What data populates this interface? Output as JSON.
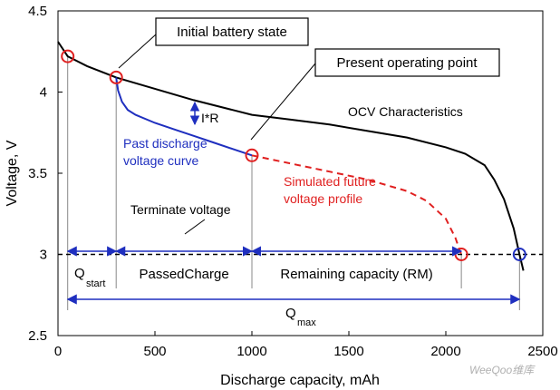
{
  "chart_data": {
    "type": "line",
    "xlabel": "Discharge capacity, mAh",
    "ylabel": "Voltage, V",
    "xlim": [
      0,
      2500
    ],
    "ylim": [
      2.5,
      4.5
    ],
    "x_ticks": [
      "0",
      "500",
      "1000",
      "1500",
      "2000",
      "2500"
    ],
    "y_ticks": [
      "2.5",
      "3",
      "3.5",
      "4",
      "4.5"
    ],
    "grid": false,
    "colors": {
      "ocv": "#000000",
      "past": "#1f2fbf",
      "future": "#e02020",
      "terminate": "#000000"
    },
    "series": [
      {
        "name": "OCV Characteristics",
        "style": "solid",
        "x": [
          0,
          50,
          150,
          300,
          500,
          700,
          900,
          1000,
          1200,
          1400,
          1600,
          1800,
          2000,
          2100,
          2200,
          2250,
          2300,
          2350,
          2380,
          2400
        ],
        "y": [
          4.31,
          4.22,
          4.16,
          4.09,
          4.02,
          3.95,
          3.89,
          3.86,
          3.83,
          3.8,
          3.76,
          3.72,
          3.66,
          3.62,
          3.55,
          3.46,
          3.34,
          3.16,
          3.0,
          2.9
        ]
      },
      {
        "name": "Past discharge voltage curve",
        "style": "solid",
        "x": [
          300,
          310,
          330,
          360,
          400,
          500,
          600,
          700,
          800,
          900,
          1000
        ],
        "y": [
          4.09,
          4.01,
          3.94,
          3.89,
          3.86,
          3.81,
          3.77,
          3.73,
          3.69,
          3.65,
          3.61
        ]
      },
      {
        "name": "Simulated future voltage profile",
        "style": "dashed",
        "x": [
          1000,
          1200,
          1400,
          1600,
          1800,
          1900,
          2000,
          2050,
          2070,
          2080
        ],
        "y": [
          3.61,
          3.56,
          3.51,
          3.46,
          3.39,
          3.33,
          3.22,
          3.1,
          3.03,
          3.0
        ]
      }
    ],
    "terminate_voltage": {
      "y": 3.0,
      "label": "Terminate voltage"
    },
    "markers": [
      {
        "x": 50,
        "y": 4.22,
        "color": "red"
      },
      {
        "x": 300,
        "y": 4.09,
        "color": "red"
      },
      {
        "x": 1000,
        "y": 3.61,
        "color": "red"
      },
      {
        "x": 2080,
        "y": 3.0,
        "color": "red"
      },
      {
        "x": 2380,
        "y": 3.0,
        "color": "blue"
      }
    ],
    "annotations": {
      "initial_state": "Initial battery state",
      "operating_point": "Present operating point",
      "ocv_label": "OCV Characteristics",
      "ir_label": "I*R",
      "past_label_1": "Past discharge",
      "past_label_2": "voltage curve",
      "future_label_1": "Simulated future",
      "future_label_2": "voltage profile",
      "terminate_label": "Terminate voltage"
    },
    "segments": {
      "q_start_main": "Q",
      "q_start_sub": "start",
      "passed": "PassedCharge",
      "remaining": "Remaining capacity (RM)",
      "q_max_main": "Q",
      "q_max_sub": "max"
    },
    "segment_bounds": {
      "q_start": [
        50,
        300
      ],
      "passed": [
        300,
        1000
      ],
      "remaining": [
        1000,
        2080
      ],
      "q_max": [
        50,
        2380
      ]
    }
  },
  "watermark": "WeeQoo维库"
}
